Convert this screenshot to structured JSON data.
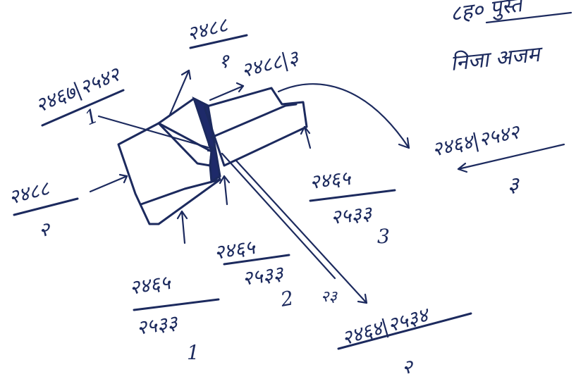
{
  "header_note": {
    "line1": "८ह० पुस्त",
    "line2": "निजा अजम"
  },
  "labels": {
    "top_left_num": "२४६७|२५४२",
    "top_left_den": "1",
    "top_center_num": "२४८८",
    "top_center_den": "१",
    "top_right_text": "२४८८|३",
    "right_num": "२४६४|२५४२",
    "right_den": "३",
    "left_num": "२४८८",
    "left_den": "२",
    "center_right_num": "२४६५",
    "center_right_mid": "२५३३",
    "center_right_den": "3",
    "center_num": "२४६५",
    "center_mid": "२५३३",
    "center_den": "2",
    "bottom_left_num": "२४६५",
    "bottom_left_mid": "२५३३",
    "bottom_left_den": "1",
    "bottom_right_num": "२४६४|२५३४",
    "bottom_right_den": "२",
    "scribble_mark": "२३"
  },
  "colors": {
    "ink": "#1c2a5e",
    "green_plot": "#8cc63f",
    "green_dash": "#5e9c27",
    "orange_plot": "#c8742a",
    "brown_dash": "#7a3c12",
    "navy_strip": "#1e2a6a"
  }
}
